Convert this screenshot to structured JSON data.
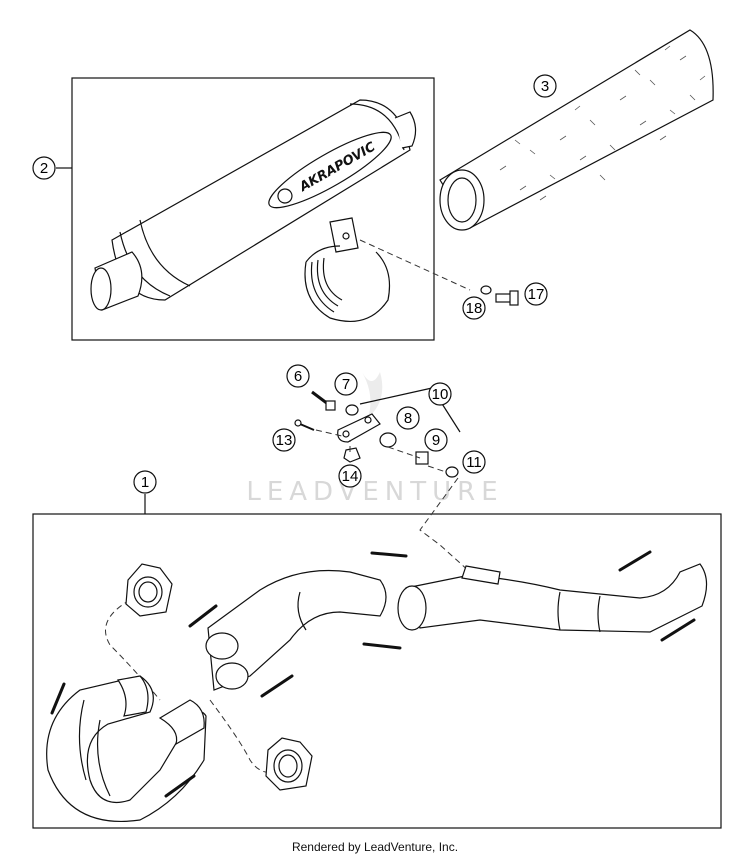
{
  "watermark": "LEADVENTURE",
  "brand_label": "AKRAPOVIC",
  "footer": "Rendered by LeadVenture, Inc.",
  "callouts": {
    "c1": "1",
    "c2": "2",
    "c3": "3",
    "c6": "6",
    "c7": "7",
    "c8": "8",
    "c9": "9",
    "c10": "10",
    "c11": "11",
    "c13": "13",
    "c14": "14",
    "c17": "17",
    "c18": "18"
  }
}
